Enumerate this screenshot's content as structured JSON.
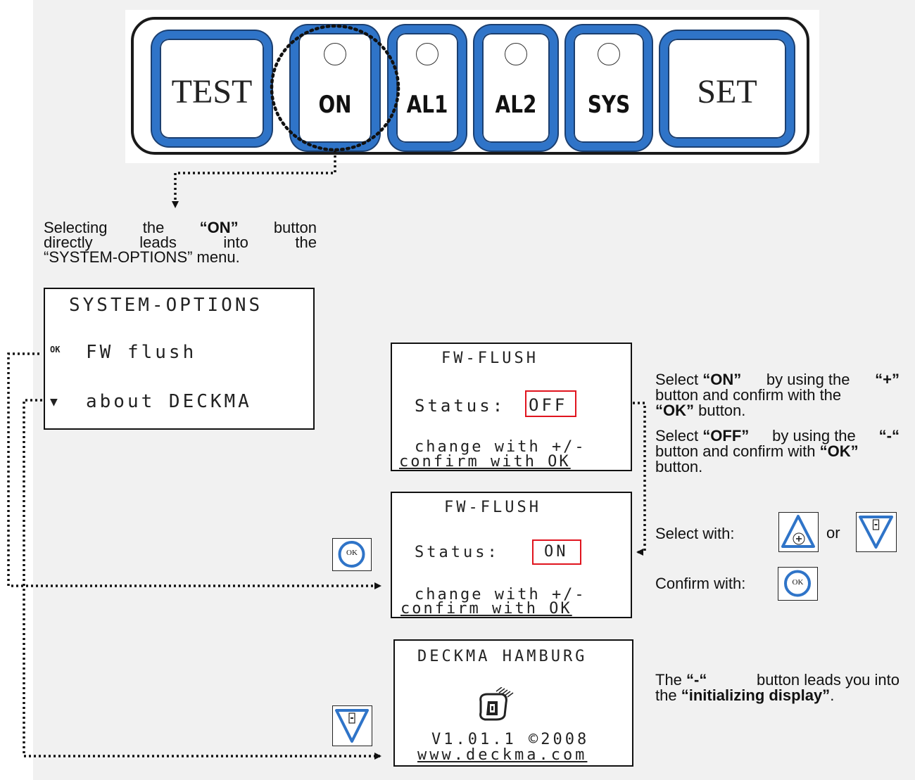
{
  "keypad": {
    "test": "TEST",
    "on": "ON",
    "al1": "AL1",
    "al2": "AL2",
    "sys": "SYS",
    "set": "SET"
  },
  "intro": {
    "line1_a": "Selecting",
    "line1_b": "the",
    "line1_c": "“ON”",
    "line1_d": "button",
    "line2_a": "directly",
    "line2_b": "leads",
    "line2_c": "into",
    "line2_d": "the",
    "line3": "“SYSTEM-OPTIONS” menu."
  },
  "system_options": {
    "title": "SYSTEM-OPTIONS",
    "ok_marker": "OK",
    "item1": "FW flush",
    "arrow_marker": "▼",
    "item2": "about DECKMA"
  },
  "fw_flush_off": {
    "title": "FW-FLUSH",
    "status_label": "Status:",
    "status_value": "OFF",
    "hint1": "change with +/-",
    "hint2": "confirm with OK"
  },
  "fw_flush_on": {
    "title": "FW-FLUSH",
    "status_label": "Status:",
    "status_value": "ON",
    "hint1": "change with +/-",
    "hint2": "confirm with OK"
  },
  "deckma_display": {
    "title": "DECKMA HAMBURG",
    "version": "V1.01.1 ©2008",
    "url": "www.deckma.com"
  },
  "instructions": {
    "p1_l1_a": "Select ",
    "p1_l1_b": "“ON”",
    "p1_l1_c": " by using the ",
    "p1_l1_d": "“+”",
    "p1_l2": "button and confirm with the",
    "p1_l3_a": "“OK”",
    "p1_l3_b": " button.",
    "p2_l1_a": "Select ",
    "p2_l1_b": "“OFF”",
    "p2_l1_c": " by using the ",
    "p2_l1_d": "“-“",
    "p2_l2_a": "button and confirm with ",
    "p2_l2_b": "“OK”",
    "p2_l3": "button.",
    "select_with": "Select with:",
    "or": "or",
    "confirm_with": "Confirm with:",
    "p3_l1_a": "The ",
    "p3_l1_b": "“-“",
    "p3_l1_c": " button leads you into",
    "p3_l2_a": "the ",
    "p3_l2_b": "“initializing display”",
    "p3_l2_c": "."
  },
  "icons": {
    "ok_label": "OK",
    "plus_label": "+",
    "minus_label": "-"
  },
  "colors": {
    "key_blue": "#2f74c8",
    "highlight_red": "#e0141e",
    "background": "#f1f1f1"
  }
}
